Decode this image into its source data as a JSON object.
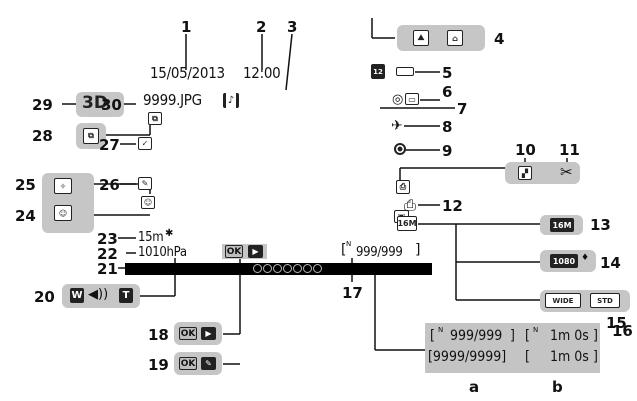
{
  "screen": {
    "date": "15/05/2013",
    "time": "12:00",
    "file": "9999.JPG",
    "altitude": "15m",
    "pressure": "1010hPa",
    "counter": "999/999",
    "ok_arrow": "OK",
    "zoom_w": "W",
    "zoom_t": "T"
  },
  "callouts": [
    "1",
    "2",
    "3",
    "4",
    "5",
    "6",
    "7",
    "8",
    "9",
    "10",
    "11",
    "12",
    "13",
    "14",
    "15",
    "16",
    "17",
    "18",
    "19",
    "20",
    "21",
    "22",
    "23",
    "24",
    "25",
    "26",
    "27",
    "28",
    "29",
    "30"
  ],
  "icons": {
    "3d_label": "3D",
    "res_16m": "16M",
    "res_1080": "1080",
    "wide_label": "WIDE",
    "std_label": "STD",
    "ok18": "OK",
    "ok19": "OK"
  },
  "panel16": {
    "a1": "999/999",
    "a2": "[9999/9999]",
    "b1": "1m 0s",
    "b2": "1m 0s"
  },
  "col_labels": {
    "a": "a",
    "b": "b"
  }
}
